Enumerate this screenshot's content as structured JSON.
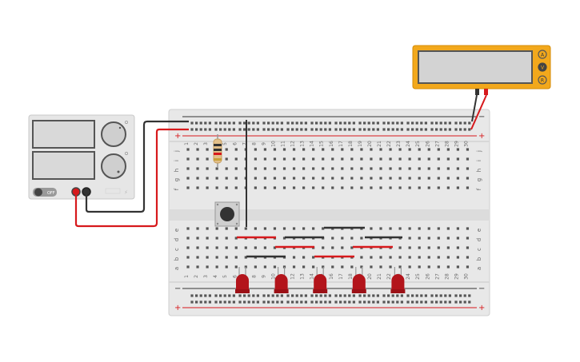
{
  "breadboard": {
    "column_numbers": [
      "1",
      "2",
      "3",
      "4",
      "5",
      "6",
      "7",
      "8",
      "9",
      "10",
      "11",
      "12",
      "13",
      "14",
      "15",
      "16",
      "17",
      "18",
      "19",
      "20",
      "21",
      "22",
      "23",
      "24",
      "25",
      "26",
      "27",
      "28",
      "29",
      "30"
    ],
    "row_letters_top": [
      "j",
      "i",
      "h",
      "g",
      "f"
    ],
    "row_letters_bottom": [
      "e",
      "d",
      "c",
      "b",
      "a"
    ],
    "rail_plus": "+",
    "rail_minus": "−"
  },
  "power_supply": {
    "switch_label": "OFF",
    "knob1_labels": [
      "",
      ""
    ],
    "knob2_labels": [
      "",
      ""
    ]
  },
  "multimeter": {
    "mode_a": "A",
    "mode_v": "V",
    "mode_r": "R",
    "display_value": ""
  },
  "components": {
    "led_count": 5,
    "resistor": "resistor",
    "pushbutton": "pushbutton"
  },
  "colors": {
    "red_wire": "#d7191c",
    "black_wire": "#333333",
    "led": "#b3141b",
    "multimeter_body": "#f2a81c",
    "board": "#e9e9e9"
  }
}
